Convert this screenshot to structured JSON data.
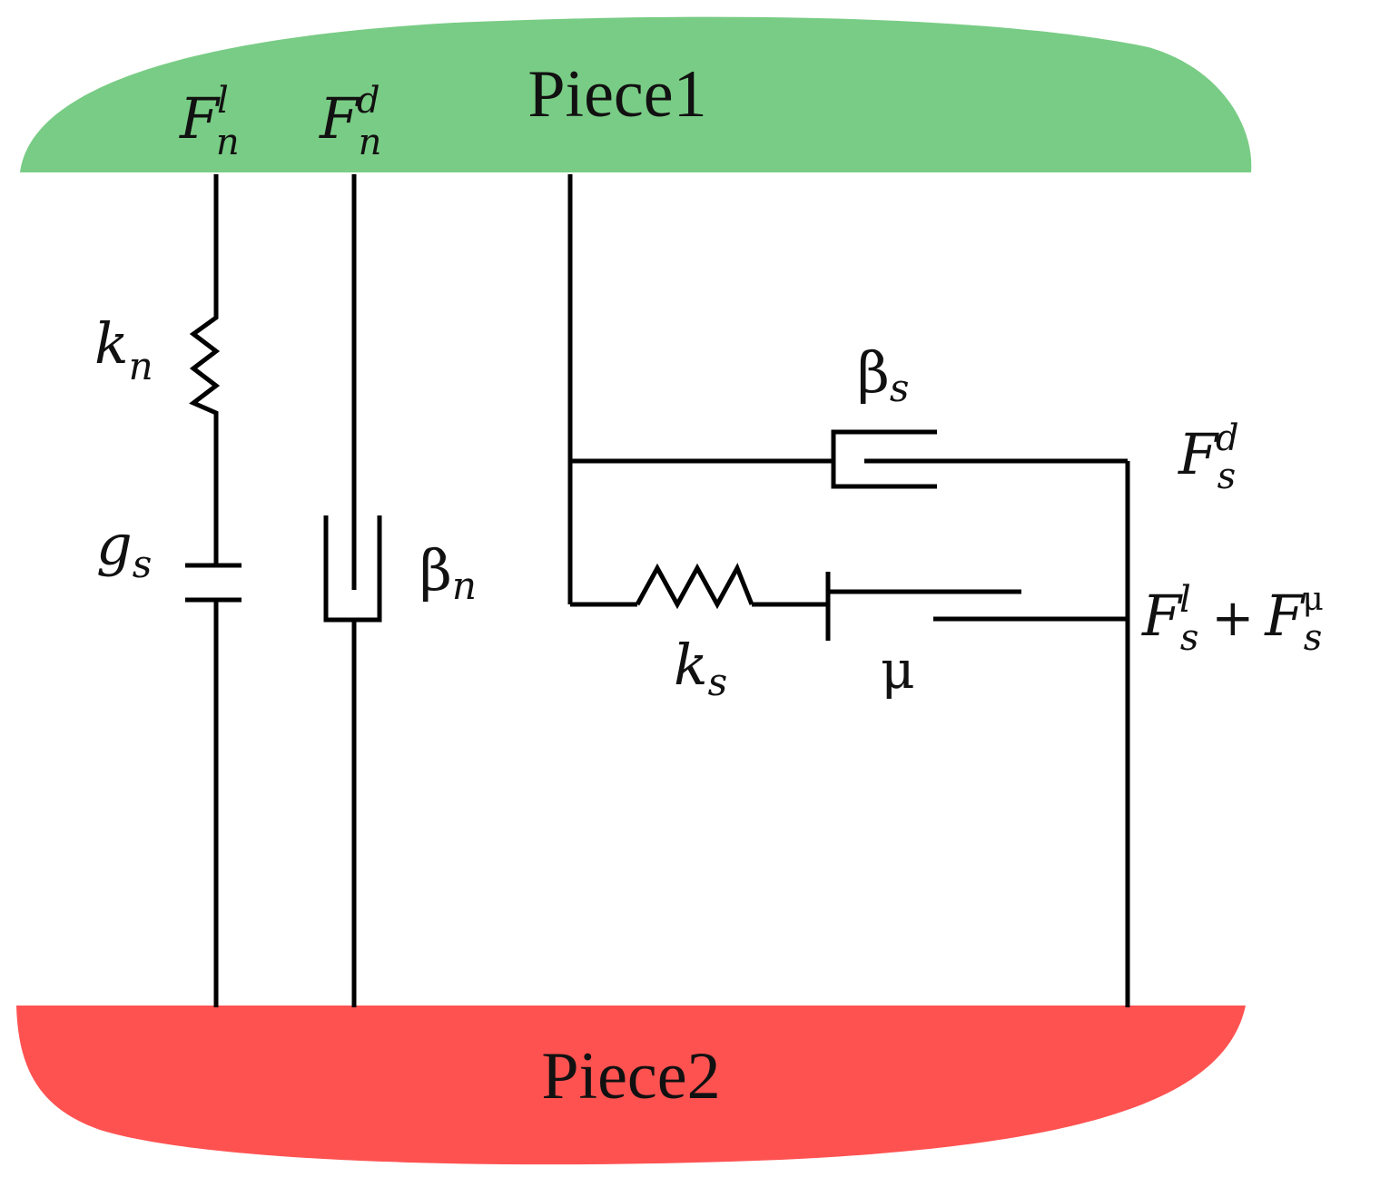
{
  "pieces": {
    "top": {
      "label": "Piece1",
      "color": "#79cc85"
    },
    "bottom": {
      "label": "Piece2",
      "color": "#fe5251"
    }
  },
  "labels": {
    "fn_l": {
      "base": "F",
      "sub": "n",
      "sup": "l"
    },
    "fn_d": {
      "base": "F",
      "sub": "n",
      "sup": "d"
    },
    "kn": {
      "base": "k",
      "sub": "n"
    },
    "gs": {
      "base": "g",
      "sub": "s"
    },
    "beta_n": {
      "base": "β",
      "sub": "n"
    },
    "beta_s": {
      "base": "β",
      "sub": "s"
    },
    "fs_d": {
      "base": "F",
      "sub": "s",
      "sup": "d"
    },
    "fs_l_mu": {
      "base1": "F",
      "sub1": "s",
      "sup1": "l",
      "op": "+",
      "base2": "F",
      "sub2": "s",
      "sup2": "μ"
    },
    "ks": {
      "base": "k",
      "sub": "s"
    },
    "mu": {
      "text": "μ"
    }
  },
  "colors": {
    "line": "#000000",
    "text": "#111111"
  }
}
